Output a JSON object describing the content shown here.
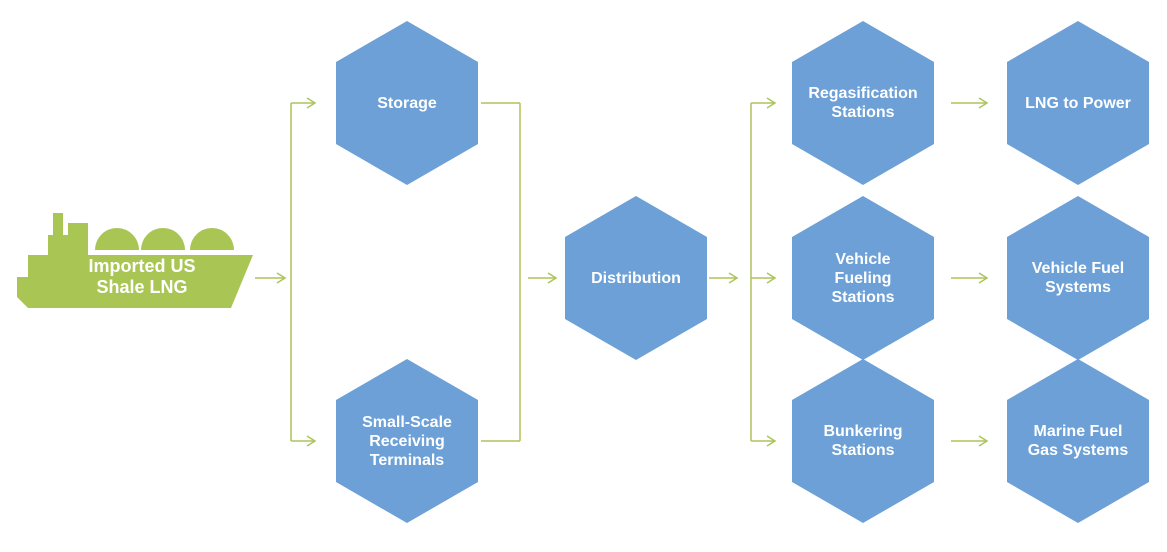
{
  "diagram": {
    "source": {
      "icon": "lng-tanker-ship",
      "label": "Imported US\nShale LNG"
    },
    "nodes": {
      "storage": "Storage",
      "small_scale": "Small-Scale\nReceiving\nTerminals",
      "distribution": "Distribution",
      "regasification": "Regasification\nStations",
      "vehicle_fueling": "Vehicle\nFueling\nStations",
      "bunkering": "Bunkering\nStations",
      "lng_to_power": "LNG to Power",
      "vehicle_fuel_systems": "Vehicle Fuel\nSystems",
      "marine_fuel_gas_systems": "Marine Fuel\nGas Systems"
    },
    "edges": [
      [
        "imported-us-shale-lng",
        "storage"
      ],
      [
        "imported-us-shale-lng",
        "small-scale-receiving-terminals"
      ],
      [
        "storage",
        "distribution"
      ],
      [
        "small-scale-receiving-terminals",
        "distribution"
      ],
      [
        "distribution",
        "regasification-stations"
      ],
      [
        "distribution",
        "vehicle-fueling-stations"
      ],
      [
        "distribution",
        "bunkering-stations"
      ],
      [
        "regasification-stations",
        "lng-to-power"
      ],
      [
        "vehicle-fueling-stations",
        "vehicle-fuel-systems"
      ],
      [
        "bunkering-stations",
        "marine-fuel-gas-systems"
      ]
    ],
    "colors": {
      "node_fill": "#6CA0D7",
      "node_text": "#FFFFFF",
      "connector_green": "#ADC45C",
      "ship_green": "#A9C655",
      "ship_text": "#FFFFFF",
      "background": "#FFFFFF"
    }
  }
}
